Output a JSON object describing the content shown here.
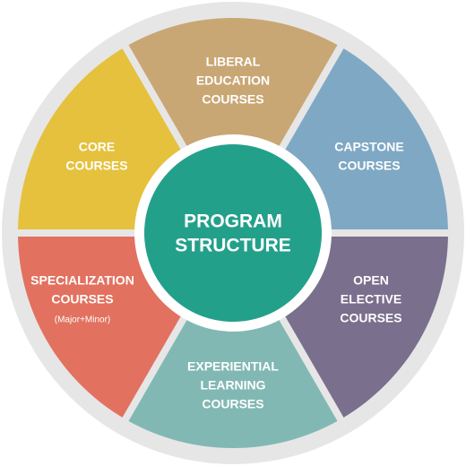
{
  "diagram": {
    "center": {
      "line1": "PROGRAM",
      "line2": "STRUCTURE",
      "color": "#23a08a"
    },
    "ring_color": "#e6e6e6",
    "segments": [
      {
        "name": "segment-liberal-education",
        "line1": "LIBERAL",
        "line2": "EDUCATION",
        "line3": "COURSES",
        "color": "#c9a774"
      },
      {
        "name": "segment-capstone",
        "line1": "CAPSTONE",
        "line2": "COURSES",
        "color": "#7fa8c4"
      },
      {
        "name": "segment-open-elective",
        "line1": "OPEN",
        "line2": "ELECTIVE",
        "line3": "COURSES",
        "color": "#7a6f8c"
      },
      {
        "name": "segment-experiential-learning",
        "line1": "EXPERIENTIAL",
        "line2": "LEARNING",
        "line3": "COURSES",
        "color": "#82b8b4"
      },
      {
        "name": "segment-specialization",
        "line1": "SPECIALIZATION",
        "line2": "COURSES",
        "note": "(Major+Minor)",
        "color": "#e2715f"
      },
      {
        "name": "segment-core",
        "line1": "CORE",
        "line2": "COURSES",
        "color": "#e5c13e"
      }
    ]
  }
}
